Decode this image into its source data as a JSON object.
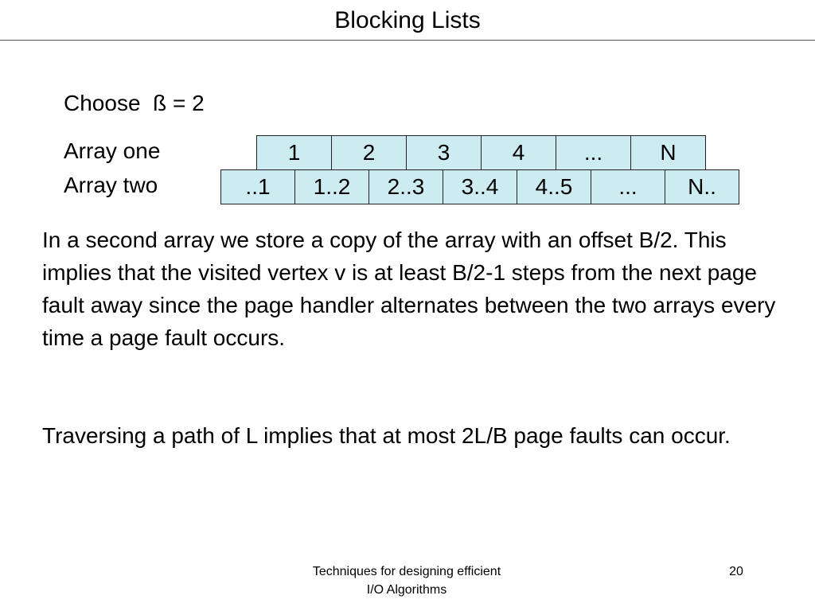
{
  "slide": {
    "title": "Blocking Lists",
    "choose_text": "Choose  ß = 2",
    "array_one": {
      "label": "Array one",
      "cells": [
        "1",
        "2",
        "3",
        "4",
        "...",
        "N"
      ]
    },
    "array_two": {
      "label": "Array two",
      "cells": [
        "..1",
        "1..2",
        "2..3",
        "3..4",
        "4..5",
        "...",
        "N.."
      ]
    },
    "paragraphs": [
      "In a second array we store a copy of the array with an offset B/2. This implies that the visited vertex v is at least B/2-1 steps from the next page fault away since the page handler alternates between the two arrays every time a page fault occurs.",
      "Traversing a path of L implies that at most 2L/B page faults can occur."
    ],
    "footer": {
      "line1": "Techniques for designing efficient",
      "line2": "I/O Algorithms",
      "page_number": "20"
    },
    "colors": {
      "cell_fill": "#ccecf2",
      "cell_border": "#222222"
    }
  }
}
